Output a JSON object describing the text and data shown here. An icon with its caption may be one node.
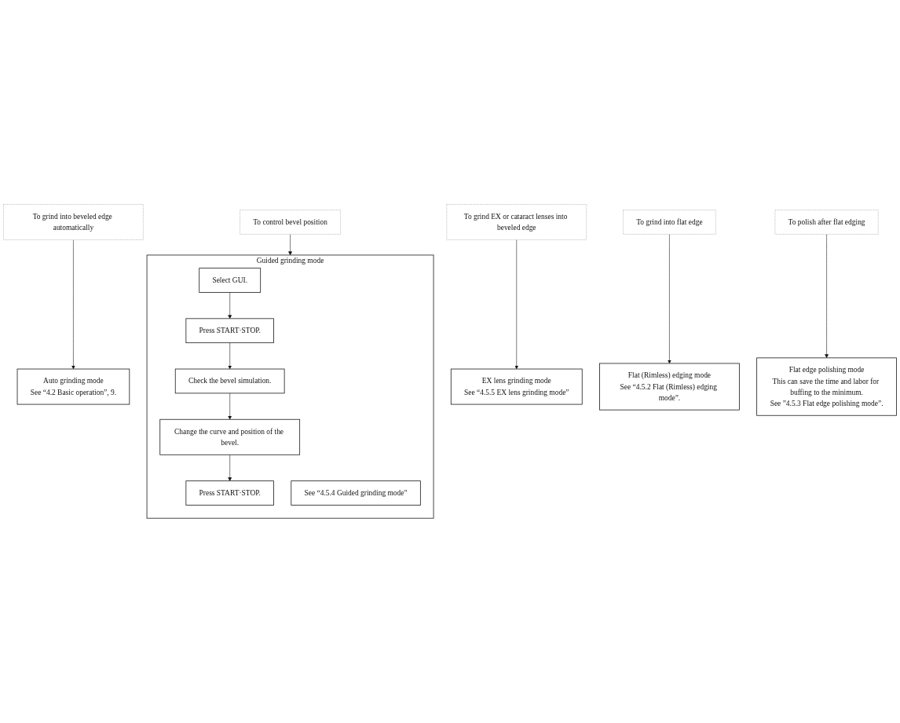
{
  "diagram": {
    "nodes": [
      {
        "text": [
          "To grind into beveled edge automatically"
        ]
      },
      {
        "text": [
          "Auto grinding mode",
          "See “4.2 Basic operation”, 9."
        ]
      },
      {
        "text": [
          "To control bevel position"
        ]
      },
      {
        "text": [
          "Guided grinding mode"
        ]
      },
      {
        "text": [
          "Select GUI."
        ],
        "in": 3
      },
      {
        "text": [
          "Press START·STOP."
        ],
        "in": 3
      },
      {
        "text": [
          "Check the bevel simulation."
        ],
        "in": 3
      },
      {
        "text": [
          "Change the curve and position of the bevel."
        ],
        "in": 3
      },
      {
        "text": [
          "Press START·STOP."
        ],
        "in": 3
      },
      {
        "text": [
          "See “4.5.4 Guided grinding mode”"
        ],
        "in": 3
      },
      {
        "text": [
          "To grind EX or cataract lenses into beveled edge"
        ]
      },
      {
        "text": [
          "EX lens grinding mode",
          "See “4.5.5 EX lens grinding mode”"
        ]
      },
      {
        "text": [
          "To grind into flat edge"
        ]
      },
      {
        "text": [
          "Flat (Rimless) edging mode",
          "See “4.5.2 Flat (Rimless) edging mode”."
        ]
      },
      {
        "text": [
          "To polish after flat edging"
        ]
      },
      {
        "text": [
          "Flat edge polishing mode",
          "This can save the time and labor for buffing to the minimum.",
          "See ”4.5.3 Flat edge polishing mode”."
        ]
      }
    ],
    "edges": [
      {
        "from": 0,
        "to": 1,
        "arrow": "to"
      },
      {
        "from": 2,
        "to": 3,
        "arrow": "to"
      },
      {
        "from": 4,
        "to": 5,
        "arrow": "to"
      },
      {
        "from": 5,
        "to": 6,
        "arrow": "to"
      },
      {
        "from": 6,
        "to": 7,
        "arrow": "to"
      },
      {
        "from": 7,
        "to": 8,
        "arrow": "to"
      },
      {
        "from": 10,
        "to": 11,
        "arrow": "to"
      },
      {
        "from": 12,
        "to": 13,
        "arrow": "to"
      },
      {
        "from": 14,
        "to": 15,
        "arrow": "to"
      }
    ]
  }
}
